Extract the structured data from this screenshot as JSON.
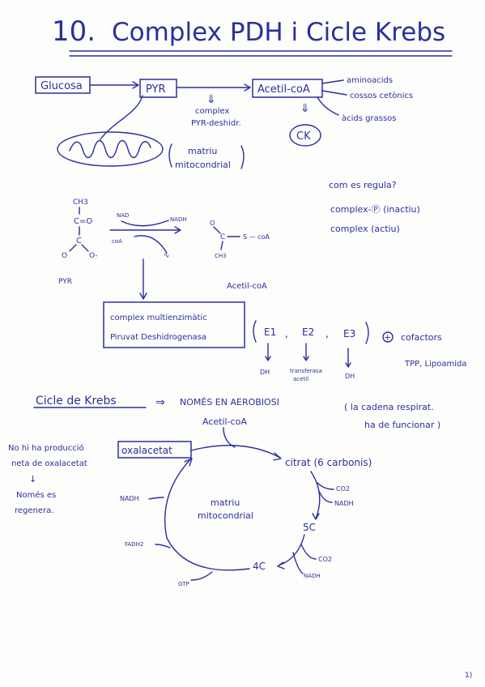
{
  "title": {
    "number": "10.",
    "text": "Complex PDH i Cicle Krebs"
  },
  "top": {
    "glucosa": "Glucosa",
    "pyr": "PYR",
    "acetil": "Acetil-coA",
    "outputs": [
      "aminoacids",
      "cossos cetònics",
      "àcids grassos"
    ],
    "complex_label_1": "complex",
    "complex_label_2": "PYR-deshidr.",
    "ck": "CK",
    "matriu_1": "matriu",
    "matriu_2": "mitocondrial"
  },
  "regulation": {
    "question": "com es regula?",
    "line1": "complex-Ⓟ (inactiu)",
    "line2": "complex (actiu)"
  },
  "reaction": {
    "ch3": "CH3",
    "co": "C=O",
    "c": "C",
    "o1": "O",
    "o2": "O-",
    "nad": "NAD",
    "nadh": "NADH",
    "co2": "CO2",
    "c2": "C",
    "o3": "O",
    "s_coa": "S — coA",
    "ch3b": "CH3",
    "pyr_label": "PYR",
    "acetil_label": "Acetil-coA"
  },
  "complex": {
    "line1": "complex multienzimàtic",
    "line2": "Piruvat Deshidrogenasa",
    "e1": "E1",
    "e2": "E2",
    "e3": "E3",
    "cofactors": "cofactors",
    "cofactors_list": "TPP, Lipoamida",
    "plus": "+",
    "e1_sub": "DH",
    "e2_sub_1": "transferasa",
    "e2_sub_2": "acetil",
    "e3_sub": "DH"
  },
  "krebs": {
    "heading": "Cicle de Krebs",
    "arrow": "⇒",
    "nomes": "NOMÉS EN AEROBIOSI",
    "note_1": "( la cadena respirat.",
    "note_2": "ha de funcionar )",
    "acetil": "Acetil-coA",
    "oxalacetat": "oxalacetat",
    "citrat": "citrat (6 carbonis)",
    "co2_1": "CO2",
    "nadh_1": "NADH",
    "c5": "5C",
    "co2_2": "CO2",
    "nadh_2": "NADH",
    "c4": "4C",
    "gtp": "GTP",
    "fadh2": "FADH2",
    "nadh_3": "NADH",
    "center_1": "matriu",
    "center_2": "mitocondrial",
    "side_1": "No hi ha producció",
    "side_2": "neta de oxalacetat",
    "side_3": "Només es",
    "side_4": "regenera."
  },
  "page_number": "1)"
}
